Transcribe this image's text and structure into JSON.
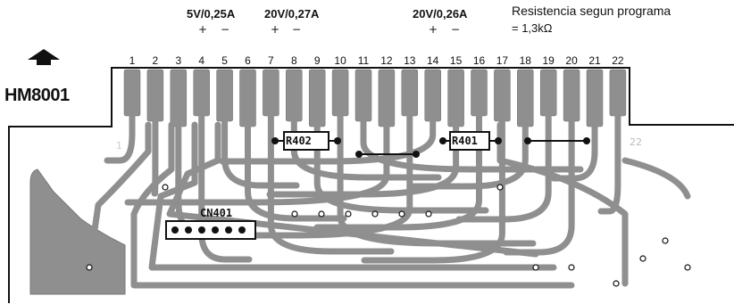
{
  "supplies": [
    {
      "label": "5V/0,25A",
      "plus": "+",
      "minus": "−"
    },
    {
      "label": "20V/0,27A",
      "plus": "+",
      "minus": "−"
    },
    {
      "label": "20V/0,26A",
      "plus": "+",
      "minus": "−"
    }
  ],
  "note": {
    "line1": "Resistencia segun programa",
    "line2": "= 1,3kΩ"
  },
  "model": "HM8001",
  "pins": [
    "1",
    "2",
    "3",
    "4",
    "5",
    "6",
    "7",
    "8",
    "9",
    "10",
    "11",
    "12",
    "13",
    "14",
    "15",
    "16",
    "17",
    "18",
    "19",
    "20",
    "21",
    "22"
  ],
  "components": {
    "r402": "R402",
    "r401": "R401",
    "cn401": "CN401"
  },
  "colors": {
    "copper": "#8f8f8f",
    "ink": "#111111",
    "background": "#ffffff"
  }
}
